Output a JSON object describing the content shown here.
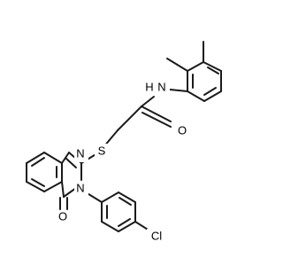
{
  "molecule": {
    "atoms": {
      "nitrogen_amide": "N",
      "hydrogen_amide": "H",
      "oxygen_amide": "O",
      "sulfur": "S",
      "nitrogen_ring_1": "N",
      "nitrogen_ring_3": "N",
      "oxygen_ketone": "O",
      "chlorine": "Cl"
    },
    "colors": {
      "bond": "#1a1a1a",
      "label": "#000000",
      "background": "#ffffff"
    }
  }
}
